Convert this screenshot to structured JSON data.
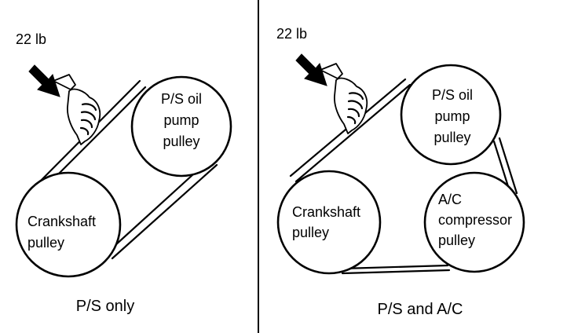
{
  "panels": [
    {
      "force": "22 lb",
      "caption": "P/S only",
      "pulleys": [
        {
          "lines": [
            "P/S oil",
            "pump",
            "pulley"
          ]
        },
        {
          "lines": [
            "Crankshaft",
            "pulley"
          ]
        }
      ]
    },
    {
      "force": "22 lb",
      "caption": "P/S and A/C",
      "pulleys": [
        {
          "lines": [
            "P/S oil",
            "pump",
            "pulley"
          ]
        },
        {
          "lines": [
            "Crankshaft",
            "pulley"
          ]
        },
        {
          "lines": [
            "A/C",
            "compressor",
            "pulley"
          ]
        }
      ]
    }
  ]
}
